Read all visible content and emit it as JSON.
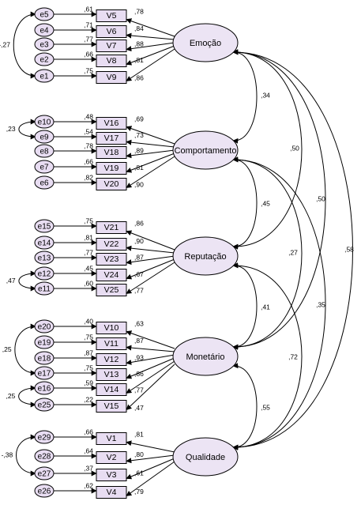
{
  "factors": [
    {
      "name": "Emoção",
      "items": [
        {
          "err": "e5",
          "var": "V5",
          "r2": ",61",
          "loading": ",78"
        },
        {
          "err": "e4",
          "var": "V6",
          "r2": ",71",
          "loading": ",84"
        },
        {
          "err": "e3",
          "var": "V7",
          "r2": ",77",
          "loading": ",88"
        },
        {
          "err": "e2",
          "var": "V8",
          "r2": ",66",
          "loading": ",81"
        },
        {
          "err": "e1",
          "var": "V9",
          "r2": ",75",
          "loading": ",86"
        }
      ],
      "error_covariances": [
        {
          "from": 0,
          "to": 4,
          "value": "-,27"
        }
      ]
    },
    {
      "name": "Comportamento",
      "items": [
        {
          "err": "e10",
          "var": "V16",
          "r2": ",48",
          "loading": ",69"
        },
        {
          "err": "e9",
          "var": "V17",
          "r2": ",54",
          "loading": ",73"
        },
        {
          "err": "e8",
          "var": "V18",
          "r2": ",78",
          "loading": ",89"
        },
        {
          "err": "e7",
          "var": "V19",
          "r2": ",66",
          "loading": ",81"
        },
        {
          "err": "e6",
          "var": "V20",
          "r2": ",82",
          "loading": ",90"
        }
      ],
      "error_covariances": [
        {
          "from": 0,
          "to": 1,
          "value": ",23"
        }
      ]
    },
    {
      "name": "Reputação",
      "items": [
        {
          "err": "e15",
          "var": "V21",
          "r2": ",75",
          "loading": ",86"
        },
        {
          "err": "e14",
          "var": "V22",
          "r2": ",81",
          "loading": ",90"
        },
        {
          "err": "e13",
          "var": "V23",
          "r2": ",77",
          "loading": ",87"
        },
        {
          "err": "e12",
          "var": "V24",
          "r2": ",45",
          "loading": ",67"
        },
        {
          "err": "e11",
          "var": "V25",
          "r2": ",60",
          "loading": ",77"
        }
      ],
      "error_covariances": [
        {
          "from": 3,
          "to": 4,
          "value": ",47"
        }
      ]
    },
    {
      "name": "Monetário",
      "items": [
        {
          "err": "e20",
          "var": "V10",
          "r2": ",40",
          "loading": ",63"
        },
        {
          "err": "e19",
          "var": "V11",
          "r2": ",75",
          "loading": ",87"
        },
        {
          "err": "e18",
          "var": "V12",
          "r2": ",87",
          "loading": ",93"
        },
        {
          "err": "e17",
          "var": "V13",
          "r2": ",75",
          "loading": ",86"
        },
        {
          "err": "e16",
          "var": "V14",
          "r2": ",59",
          "loading": ",77"
        },
        {
          "err": "e25",
          "var": "V15",
          "r2": ",22",
          "loading": ",47"
        }
      ],
      "error_covariances": [
        {
          "from": 0,
          "to": 3,
          "value": ",25"
        },
        {
          "from": 4,
          "to": 5,
          "value": ",25"
        }
      ]
    },
    {
      "name": "Qualidade",
      "items": [
        {
          "err": "e29",
          "var": "V1",
          "r2": ",66",
          "loading": ",81"
        },
        {
          "err": "e28",
          "var": "V2",
          "r2": ",64",
          "loading": ",80"
        },
        {
          "err": "e27",
          "var": "V3",
          "r2": ",37",
          "loading": ",61"
        },
        {
          "err": "e26",
          "var": "V4",
          "r2": ",62",
          "loading": ",79"
        }
      ],
      "error_covariances": [
        {
          "from": 0,
          "to": 2,
          "value": "-,38"
        }
      ]
    }
  ],
  "factor_correlations": [
    {
      "from": 0,
      "to": 1,
      "value": ",34"
    },
    {
      "from": 0,
      "to": 2,
      "value": ",50"
    },
    {
      "from": 0,
      "to": 3,
      "value": ",50"
    },
    {
      "from": 0,
      "to": 4,
      "value": ",58"
    },
    {
      "from": 1,
      "to": 2,
      "value": ",45"
    },
    {
      "from": 1,
      "to": 3,
      "value": ",27"
    },
    {
      "from": 1,
      "to": 4,
      "value": ",35"
    },
    {
      "from": 2,
      "to": 3,
      "value": ",41"
    },
    {
      "from": 2,
      "to": 4,
      "value": ",72"
    },
    {
      "from": 3,
      "to": 4,
      "value": ",55"
    }
  ],
  "colors": {
    "shape_fill": "#e8ddf2",
    "latent_fill": "#ece4f4",
    "stroke": "#000000"
  }
}
